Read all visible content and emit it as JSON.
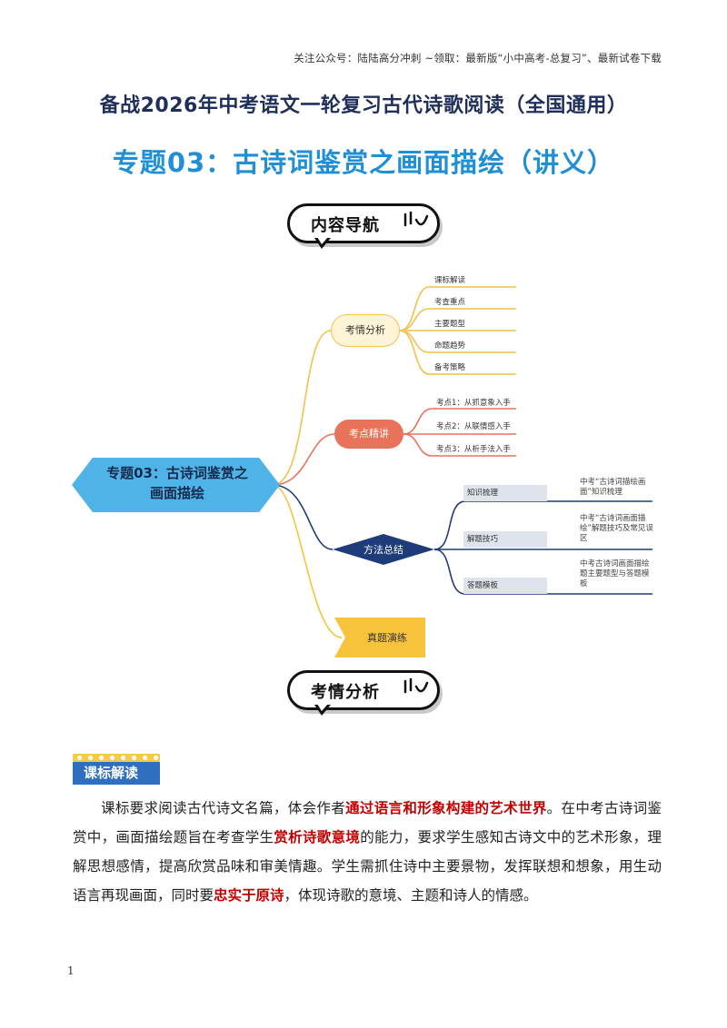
{
  "header_note": "关注公众号：陆陆高分冲刺  ~领取：最新版“小中高考-总复习”、最新试卷下载",
  "main_title": "备战2026年中考语文一轮复习古代诗歌阅读（全国通用）",
  "sub_title": "专题03：古诗词鉴赏之画面描绘（讲义）",
  "nav_bubble": {
    "label": "内容导航"
  },
  "mindmap": {
    "root": {
      "line1": "专题03：古诗词鉴赏之",
      "line2": "画面描绘"
    },
    "kaoqing": {
      "label": "考情分析",
      "items": [
        "课标解读",
        "考查重点",
        "主要题型",
        "命题趋势",
        "备考策略"
      ]
    },
    "kaodian": {
      "label": "考点精讲",
      "items": [
        "考点1：从抓意象入手",
        "考点2：从联情感入手",
        "考点3：从析手法入手"
      ]
    },
    "fangfa": {
      "label": "方法总结",
      "items": [
        {
          "label": "知识梳理",
          "desc": "中考“古诗词描绘画面”知识梳理"
        },
        {
          "label": "解题技巧",
          "desc": "中考“古诗词画面描绘”解题技巧及常见误区"
        },
        {
          "label": "答题模板",
          "desc": "中考古诗词画面描绘题主要题型与答题模板"
        }
      ]
    },
    "zhenti": {
      "label": "真题演练"
    }
  },
  "kaoqing_bubble": {
    "label": "考情分析"
  },
  "section_badge": {
    "label": "课标解读"
  },
  "paragraph": {
    "p1": "课标要求阅读古代诗文名篇，体会作者",
    "h1": "通过语言和形象构建的艺术世界",
    "p2": "。在中考古诗词鉴赏中，画面描绘题旨在考查学生",
    "h2": "赏析诗歌意境",
    "p3": "的能力，要求学生感知古诗文中的艺术形象，理解思想感情，提高欣赏品味和审美情趣。学生需抓住诗中主要景物，发挥联想和想象，用生动语言再现画面，同时要",
    "h3": "忠实于原诗",
    "p4": "，体现诗歌的意境、主题和诗人的情感。"
  },
  "page_number": "1",
  "colors": {
    "title_dark": "#1f2f5a",
    "title_blue": "#1f8fd6",
    "highlight_red": "#c00000",
    "root_blue": "#4fb3e8",
    "branch_yellow": "#f2c14e",
    "branch_red": "#e8735a",
    "branch_navy": "#1f3c7a"
  }
}
